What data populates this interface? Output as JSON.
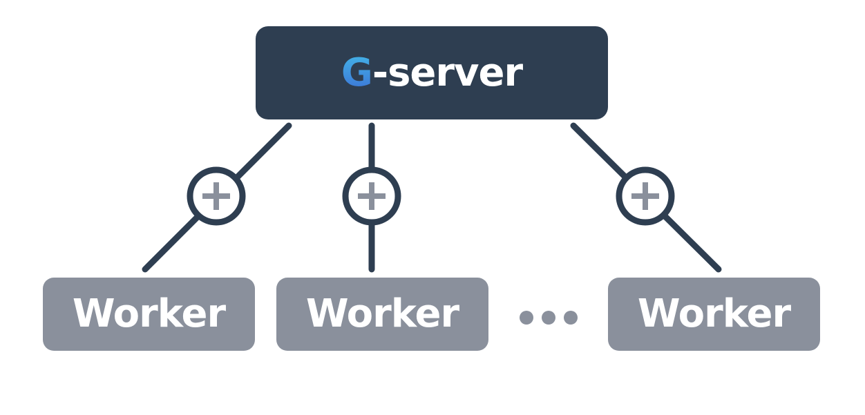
{
  "server": {
    "label_accent": "G",
    "label_rest": "-server"
  },
  "workers": [
    {
      "label": "Worker"
    },
    {
      "label": "Worker"
    },
    {
      "label": "Worker"
    }
  ],
  "colors": {
    "server_fill": "#2e3e51",
    "worker_fill": "#8a909c",
    "connector": "#2e3e51",
    "plus": "#8a909c",
    "accent": "#38a3db",
    "text": "#ffffff"
  },
  "icons": {
    "aggregate": "plus-circle-icon",
    "more": "ellipsis-icon"
  }
}
